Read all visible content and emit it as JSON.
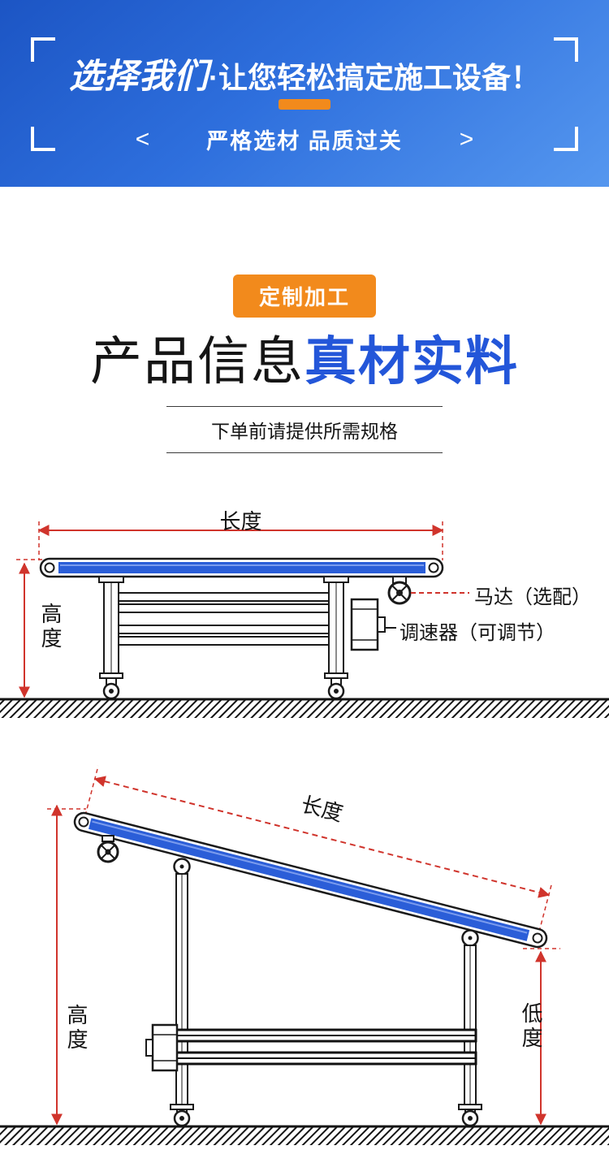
{
  "header": {
    "title_emphasis": "选择我们",
    "title_rest": "·让您轻松搞定施工设备！",
    "tagline": "严格选材 品质过关",
    "arrow_left": "<",
    "arrow_right": ">"
  },
  "intro": {
    "badge": "定制加工",
    "title_black": "产品信息",
    "title_accent": "真材实料",
    "note": "下单前请提供所需规格"
  },
  "diagram_flat": {
    "length_label": "长度",
    "height_label": "高度",
    "motor_label": "马达（选配）",
    "regulator_label": "调速器（可调节）"
  },
  "diagram_incline": {
    "length_label": "长度",
    "height_label": "高度",
    "low_label": "低度"
  },
  "colors": {
    "accent_orange": "#f28a1c",
    "accent_blue": "#2356d9",
    "dimension_red": "#d0342c",
    "belt_blue": "#2b5ed8"
  }
}
